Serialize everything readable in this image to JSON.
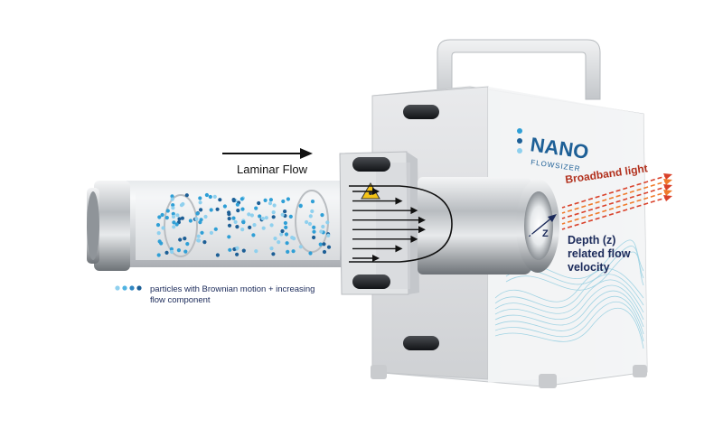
{
  "labels": {
    "laminar_flow": "Laminar Flow",
    "broadband_light": "Broadband light",
    "z_axis": "Z",
    "depth_line1": "Depth (z)",
    "depth_line2": "related flow",
    "depth_line3": "velocity",
    "legend_line1": "particles with Brownian motion + increasing",
    "legend_line2": "flow component"
  },
  "device": {
    "brand_name": "NANO",
    "brand_sub": "FLOWSIZER"
  },
  "colors": {
    "arrow": "#111111",
    "depth_text": "#1b2a5a",
    "broadband_text": "#b2311e",
    "laser_red": "#d9412a",
    "laser_orange": "#f07a2a",
    "particle_light": "#8fd0ee",
    "particle_mid": "#2f9fd6",
    "particle_dark": "#1d5f96",
    "wave": "#7fc6dc",
    "warning_yellow": "#f3c316"
  },
  "legend_dots": [
    "#8fd0ee",
    "#4fb3e2",
    "#2f86c2",
    "#1d5f96"
  ]
}
